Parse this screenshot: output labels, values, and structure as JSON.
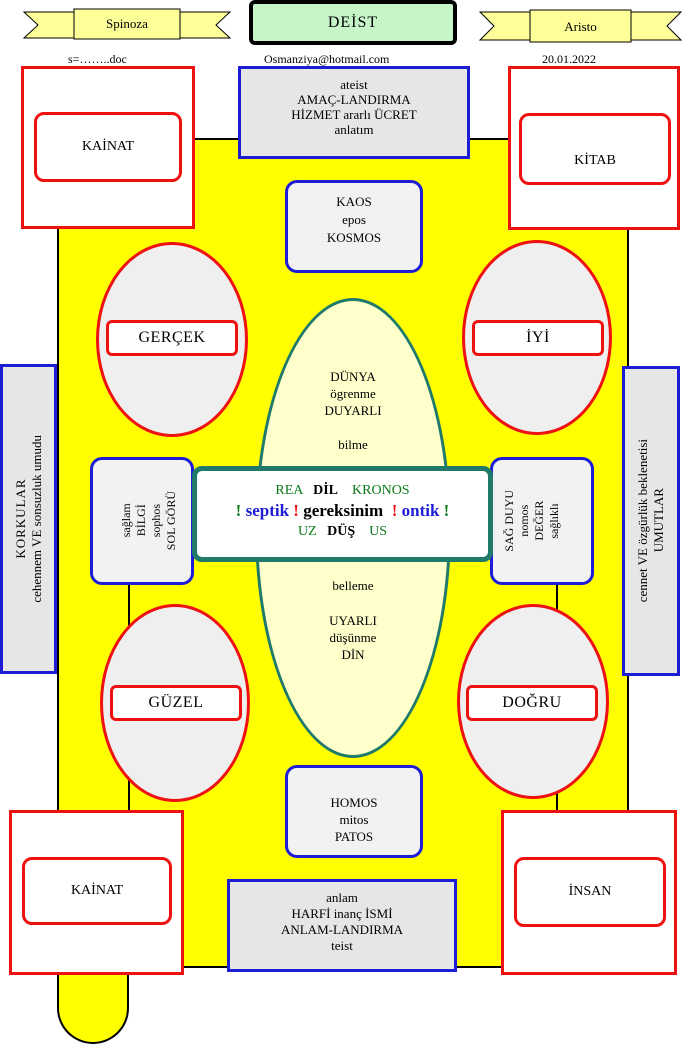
{
  "header": {
    "left_ribbon": "Spinoza",
    "title": "DEİST",
    "right_ribbon": "Aristo",
    "doc": "s=……..doc",
    "email": "Osmanziya@hotmail.com",
    "date": "20.01.2022"
  },
  "top_box": [
    "ateist",
    "AMAÇ-LANDIRMA",
    "HİZMET ararlı ÜCRET",
    "anlatım"
  ],
  "bottom_box": [
    "anlam",
    "HARFİ inanç İSMİ",
    "ANLAM-LANDIRMA",
    "teist"
  ],
  "corners": {
    "top_left": "KAİNAT",
    "top_right": "KİTAB",
    "bottom_left": "KAİNAT",
    "bottom_right": "İNSAN"
  },
  "kaos_box": [
    "KAOS",
    "epos",
    "KOSMOS"
  ],
  "homos_box": [
    "HOMOS",
    "mitos",
    "PATOS"
  ],
  "ellipses": {
    "top_left": "GERÇEK",
    "top_right": "İYİ",
    "bottom_left": "GÜZEL",
    "bottom_right": "DOĞRU"
  },
  "center_oval": {
    "top": [
      "DÜNYA",
      "ögrenme",
      "DUYARLI",
      "bilme"
    ],
    "bottom": [
      "belleme",
      "UYARLI",
      "düşünme",
      "DİN"
    ]
  },
  "center_box": {
    "row1": [
      "REA",
      "DİL",
      "KRONOS"
    ],
    "row2": [
      "!",
      "septik",
      "!",
      "gereksinim",
      "!",
      "ontik",
      "!"
    ],
    "row3": [
      "UZ",
      "DÜŞ",
      "US"
    ]
  },
  "left_inner_box": [
    "sağlam",
    "BİLGİ",
    "sophos",
    "SOL GÖRÜ"
  ],
  "right_inner_box": [
    "SAĞ DUYU",
    "nomos",
    "DEĞER",
    "sağlıklı"
  ],
  "left_side_box": [
    "KORKULAR",
    "cehennem VE  sonsuzluk umudu"
  ],
  "right_side_box": [
    "cennet VE özgürlük beklenetisi",
    "UMUTLAR"
  ],
  "colors": {
    "yellow": "#ffff00",
    "red": "#ee1111",
    "blue": "#1d1dd6",
    "teal": "#1f7a6a",
    "green": "#0a7a1a"
  }
}
